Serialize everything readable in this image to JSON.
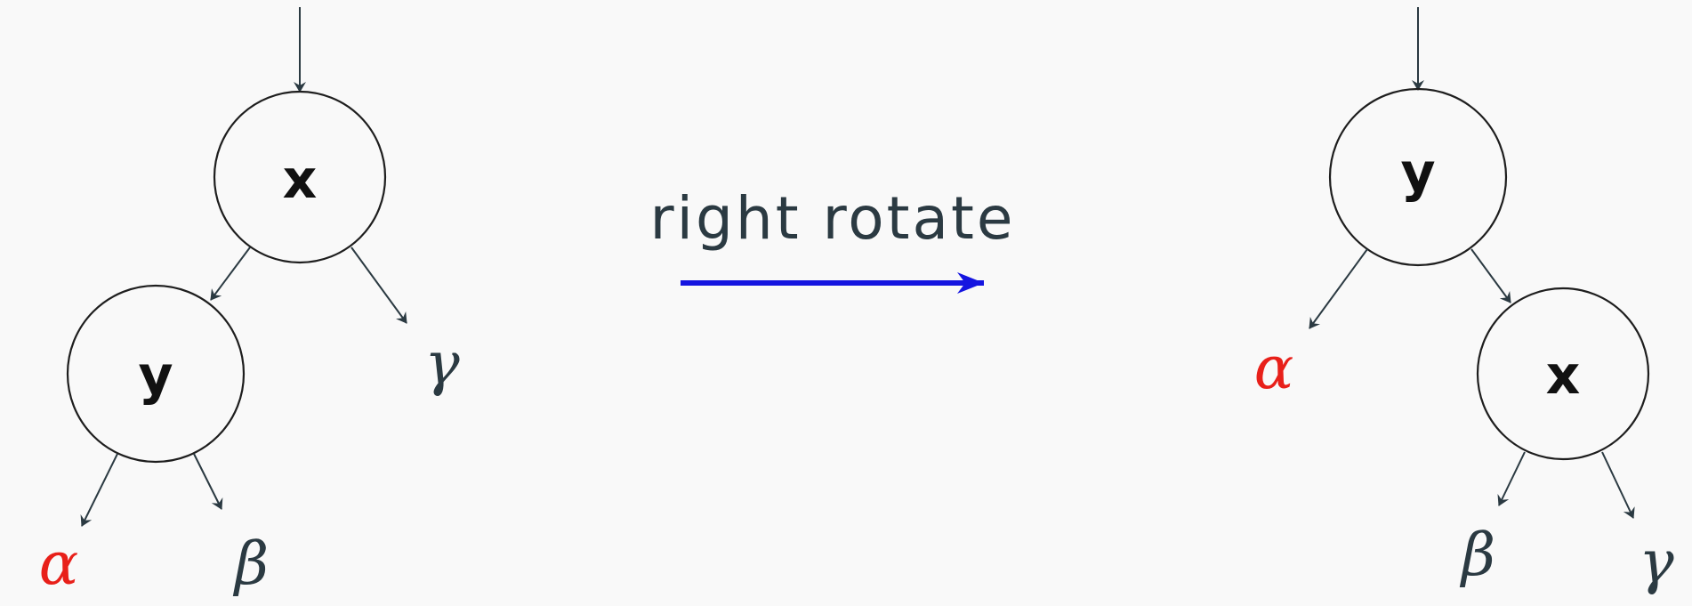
{
  "left_tree": {
    "root_label": "x",
    "child_label": "y",
    "alpha": "α",
    "beta": "β",
    "gamma": "γ"
  },
  "right_tree": {
    "root_label": "y",
    "child_label": "x",
    "alpha": "α",
    "beta": "β",
    "gamma": "γ"
  },
  "operation": {
    "label": "right rotate"
  },
  "colors": {
    "alpha": "#e8201a",
    "text": "#2b3a42",
    "arrow": "#1515e0",
    "background": "#f9f9f9"
  }
}
